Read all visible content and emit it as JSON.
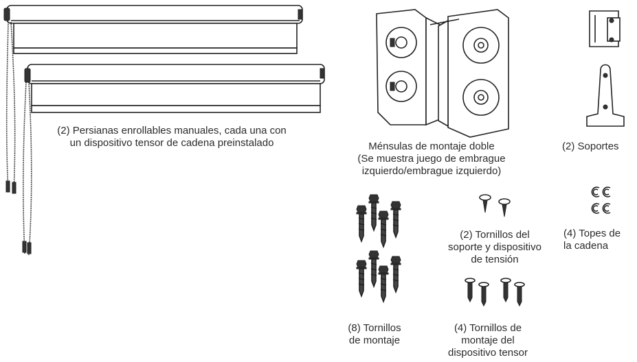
{
  "labels": {
    "roller_shades": "(2) Persianas enrollables manuales, cada una con\nun dispositivo tensor de cadena preinstalado",
    "dual_brackets": "Ménsulas de montaje doble\n(Se muestra juego de embrague\nizquierdo/embrague izquierdo)",
    "supports": "(2) Soportes",
    "bracket_screws": "(2) Tornillos del\nsoporte y dispositivo\nde tensión",
    "chain_stops": "(4) Topes de\nla cadena",
    "mounting_screws": "(8) Tornillos\nde montaje",
    "tensioner_screws": "(4) Tornillos de\nmontaje del\ndispositivo tensor"
  }
}
